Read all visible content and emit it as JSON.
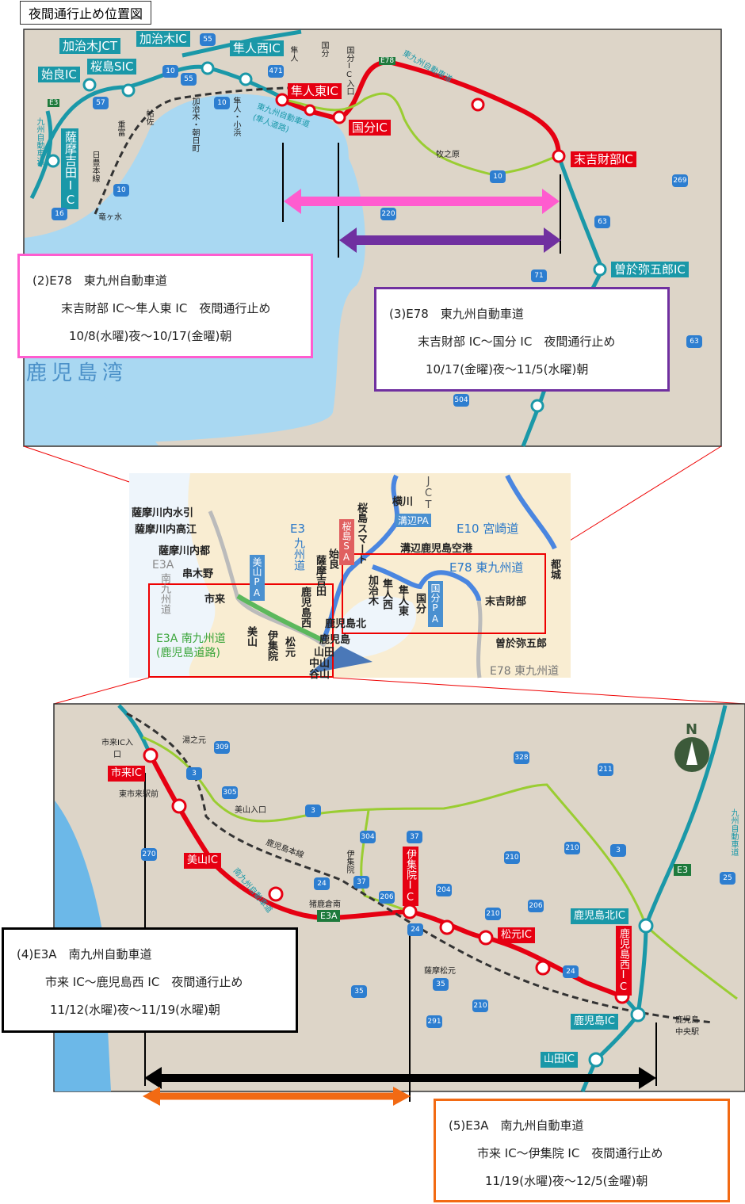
{
  "title": "夜間通行止め位置図",
  "top_map": {
    "ic_labels": [
      "加治木JCT",
      "加治木IC",
      "隼人西IC",
      "始良IC",
      "桜島SIC",
      "隼人東IC",
      "国分IC",
      "末吉財部IC",
      "曽於弥五郎IC"
    ],
    "vertical_ic": "薩摩吉田IC",
    "stations": [
      "国分",
      "隼人",
      "帖佐",
      "重富",
      "竜ヶ水",
      "加治木・朝日町",
      "隼人・小浜",
      "国分IC入口",
      "牧之原"
    ],
    "route_labels": [
      "東九州自動車道",
      "東九州自動車道(隼人道路)",
      "九州自動車道",
      "日豊本線"
    ],
    "shields": [
      "E3",
      "E78"
    ],
    "route_numbers": [
      "55",
      "10",
      "55",
      "471",
      "57",
      "10",
      "10",
      "16",
      "220",
      "269",
      "63",
      "71",
      "63",
      "504",
      "10"
    ],
    "sea": "鹿児島湾",
    "colors": {
      "closure_2": "#ff5ccf",
      "closure_3": "#7030a0",
      "expressway": "#1a98a8",
      "closed_road": "#e60012",
      "detour": "#9acd32"
    }
  },
  "callouts": {
    "c2": {
      "line1": "(2)E78　東九州自動車道",
      "line2": "末吉財部 IC～隼人東 IC　夜間通行止め",
      "line3": "10/8(水曜)夜～10/17(金曜)朝"
    },
    "c3": {
      "line1": "(3)E78　東九州自動車道",
      "line2": "末吉財部 IC～国分 IC　夜間通行止め",
      "line3": "10/17(金曜)夜～11/5(水曜)朝"
    },
    "c4": {
      "line1": "(4)E3A　南九州自動車道",
      "line2": "市来 IC～鹿児島西 IC　夜間通行止め",
      "line3": "11/12(水曜)夜～11/19(水曜)朝"
    },
    "c5": {
      "line1": "(5)E3A　南九州自動車道",
      "line2": "市来 IC～伊集院 IC　夜間通行止め",
      "line3": "11/19(水曜)夜～12/5(金曜)朝"
    }
  },
  "overview_map": {
    "left_ics": [
      "薩摩川内水引",
      "薩摩川内高江",
      "薩摩川内都",
      "串木野",
      "市来"
    ],
    "e3a_label": "E3A",
    "e3a_vertical": "南九州道",
    "e3a_green": "E3A 南九州道",
    "e3a_green2": "(鹿児島道路)",
    "e3_label": "E3",
    "e3_vertical": "九州道",
    "e10": "E10 宮崎道",
    "e78": "E78 東九州道",
    "e78_bottom": "E78 東九州道",
    "ics_vertical": [
      "美山",
      "伊集院",
      "松元",
      "鹿児島西",
      "薩摩吉田",
      "始良",
      "桜島スマート",
      "加治木",
      "隼人西",
      "隼人東",
      "国分",
      "都城"
    ],
    "ics": [
      "横川",
      "溝辺鹿児島空港",
      "末吉財部",
      "曽於弥五郎",
      "鹿児島北",
      "鹿児島",
      "山田",
      "中山",
      "谷山"
    ],
    "pa": [
      "美山PA",
      "溝辺PA",
      "国分PA",
      "桜島SA"
    ],
    "jct": "JCT"
  },
  "bottom_map": {
    "red_labels": [
      "市来IC",
      "美山IC",
      "松元IC"
    ],
    "red_vertical": [
      "伊集院IC",
      "鹿児島西IC"
    ],
    "teal_labels": [
      "鹿児島北IC",
      "鹿児島IC",
      "山田IC"
    ],
    "small": [
      "市来IC入口",
      "湯之元",
      "東市来駅前",
      "美山入口",
      "鹿児島本線",
      "伊集院",
      "猪鹿倉南",
      "薩摩松元",
      "鹿児島中央駅"
    ],
    "route_labels": [
      "南九州自動車道",
      "九州自動車道"
    ],
    "shields": [
      "E3A",
      "E3"
    ],
    "north": "N",
    "route_numbers": [
      "309",
      "3",
      "305",
      "3",
      "328",
      "211",
      "304",
      "37",
      "210",
      "210",
      "3",
      "25",
      "270",
      "24",
      "37",
      "206",
      "206",
      "204",
      "210",
      "24",
      "24",
      "35",
      "35",
      "291",
      "210"
    ],
    "colors": {
      "closure_4": "#000000",
      "closure_5": "#f26a13"
    }
  }
}
